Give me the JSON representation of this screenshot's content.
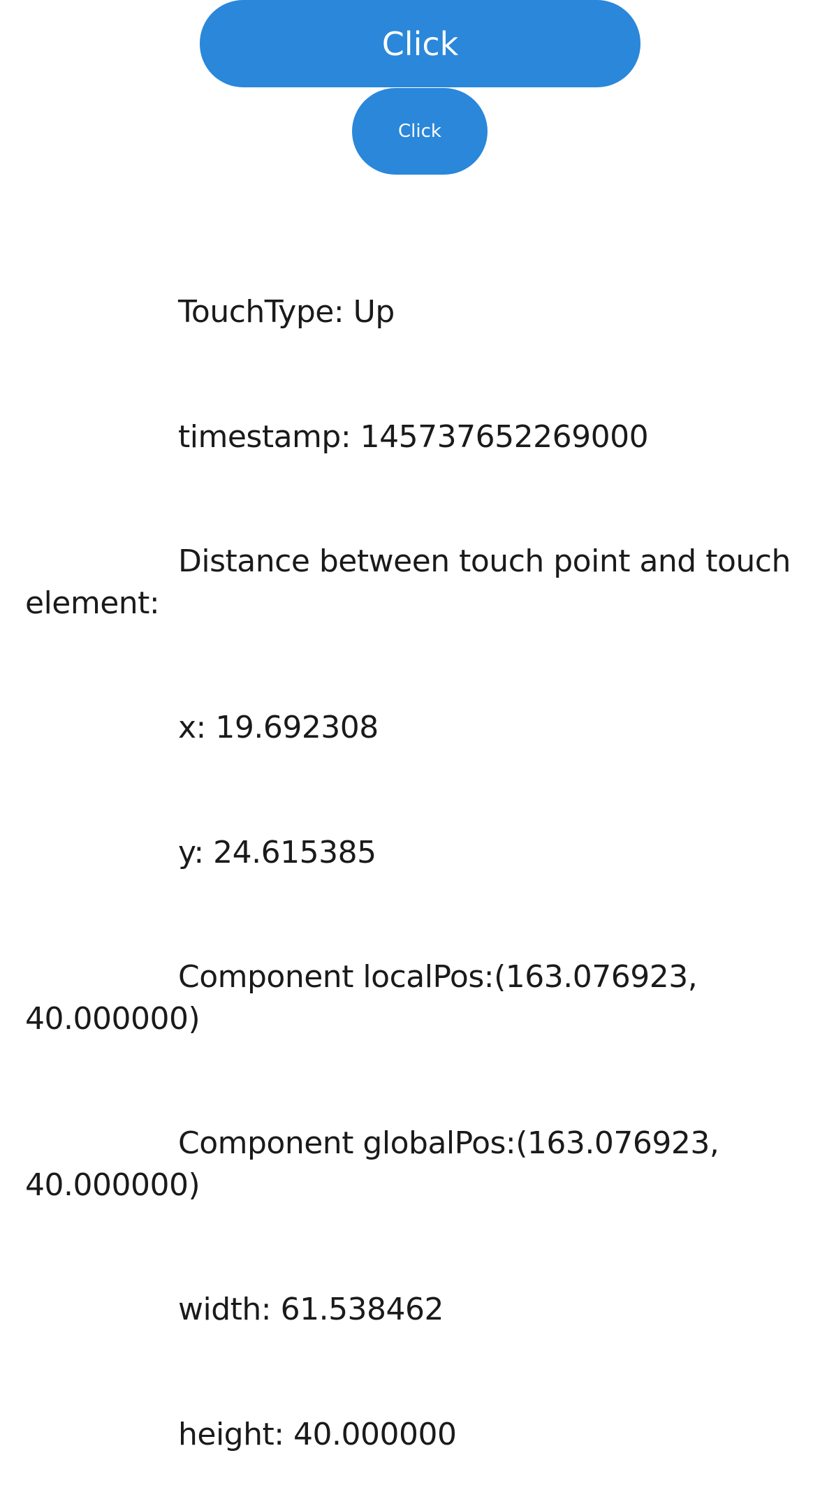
{
  "buttons": {
    "primary_label": "Click",
    "secondary_label": "Click"
  },
  "touch_info": {
    "touch_type": "TouchType: Up",
    "timestamp": "timestamp: 145737652269000",
    "distance_label": "Distance between touch point and touch element:",
    "x": "x: 19.692308",
    "y": "y: 24.615385",
    "local_pos": "Component localPos:(163.076923, 40.000000)",
    "global_pos": "Component globalPos:(163.076923, 40.000000)",
    "width": "width: 61.538462",
    "height": "height: 40.000000"
  },
  "colors": {
    "button_bg": "#2a87da",
    "button_text": "#ffffff",
    "text": "#1a1a1a",
    "background": "#ffffff"
  }
}
